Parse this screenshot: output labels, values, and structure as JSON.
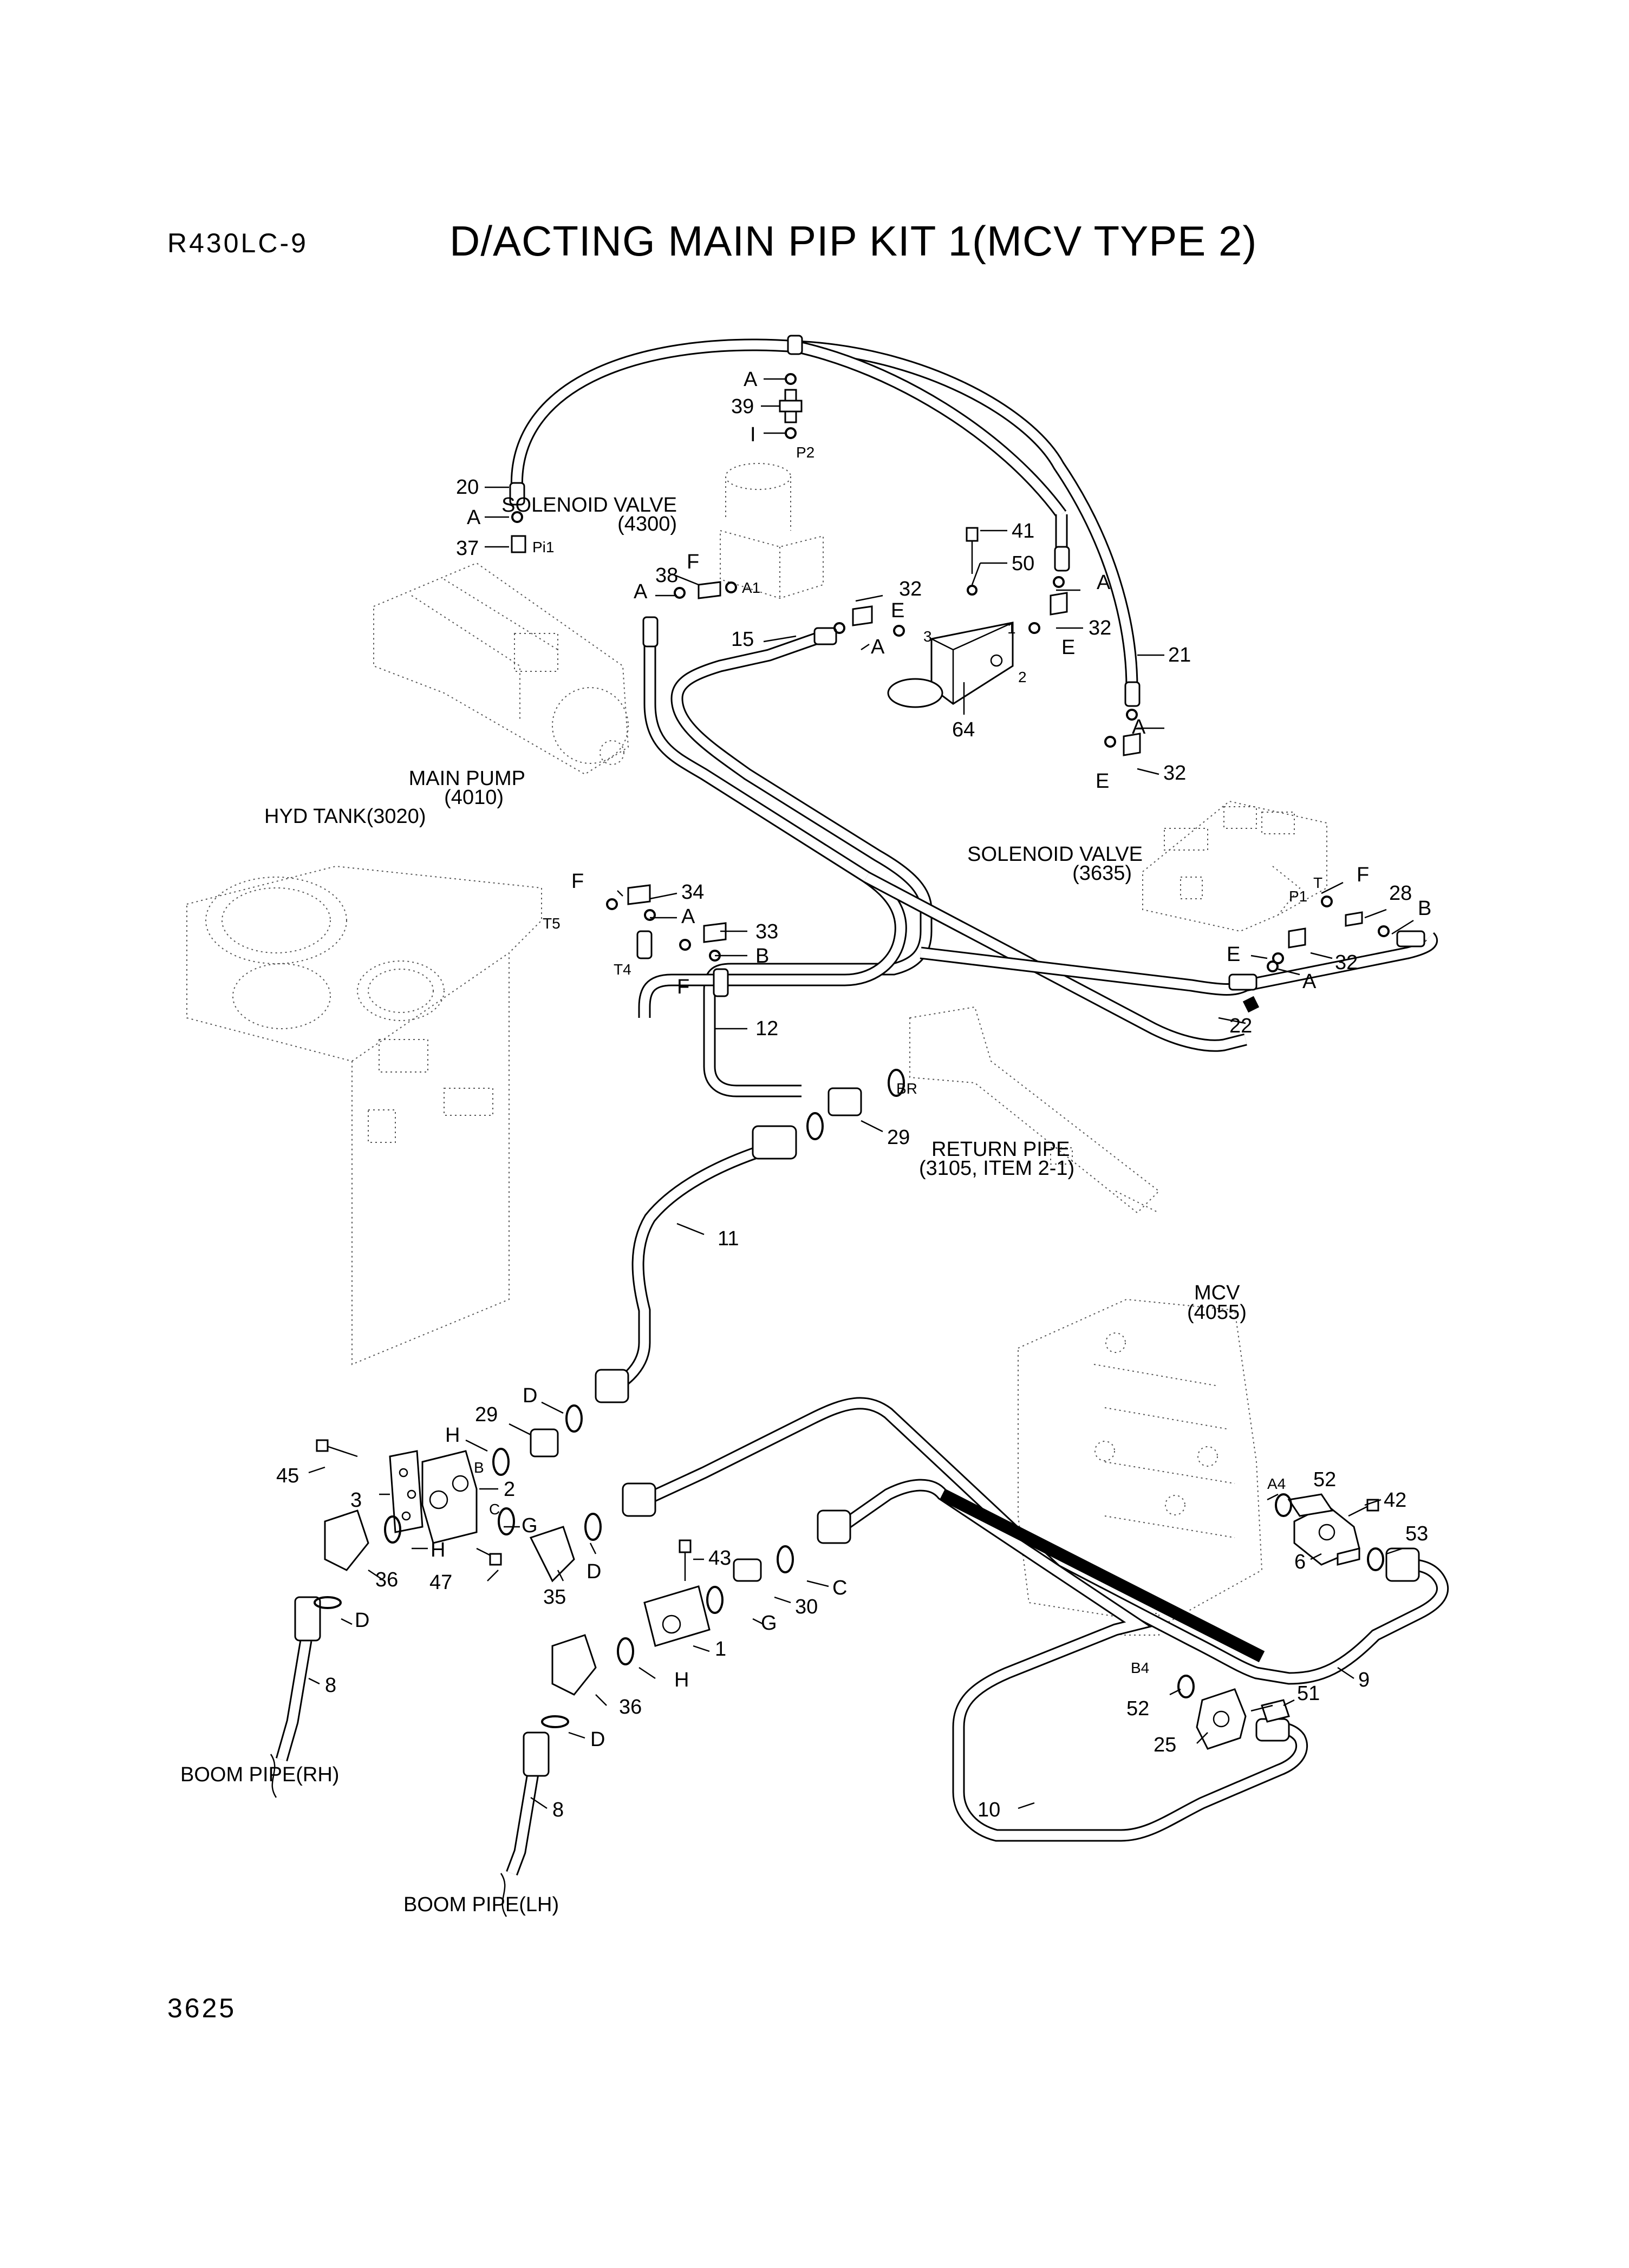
{
  "header": {
    "model": "R430LC-9",
    "title": "D/ACTING MAIN PIP KIT 1(MCV TYPE 2)"
  },
  "footer": {
    "page_number": "3625"
  },
  "components": {
    "solenoid_valve_4300": [
      "SOLENOID VALVE",
      "(4300)"
    ],
    "main_pump": [
      "MAIN PUMP",
      "(4010)"
    ],
    "hyd_tank": "HYD TANK(3020)",
    "solenoid_valve_3635": [
      "SOLENOID VALVE",
      "(3635)"
    ],
    "return_pipe": [
      "RETURN PIPE",
      "(3105, ITEM 2-1)"
    ],
    "mcv": [
      "MCV",
      "(4055)"
    ],
    "boom_pipe_rh": "BOOM PIPE(RH)",
    "boom_pipe_lh": "BOOM PIPE(LH)"
  },
  "port_labels": {
    "p2": "P2",
    "pi1": "Pi1",
    "a1": "A1",
    "t": "T",
    "p1": "P1",
    "t5": "T5",
    "t4": "T4",
    "br": "BR",
    "a4": "A4",
    "b4": "B4",
    "b": "B",
    "c": "C",
    "port1": "1",
    "port2": "2",
    "port3": "3"
  },
  "callouts": [
    {
      "id": "c-a-top",
      "text": "A"
    },
    {
      "id": "c-39",
      "text": "39"
    },
    {
      "id": "c-i",
      "text": "I"
    },
    {
      "id": "c-20",
      "text": "20"
    },
    {
      "id": "c-a-20",
      "text": "A"
    },
    {
      "id": "c-37",
      "text": "37"
    },
    {
      "id": "c-41",
      "text": "41"
    },
    {
      "id": "c-50",
      "text": "50"
    },
    {
      "id": "c-f-38",
      "text": "F"
    },
    {
      "id": "c-38",
      "text": "38"
    },
    {
      "id": "c-a-38",
      "text": "A"
    },
    {
      "id": "c-a-r1",
      "text": "A"
    },
    {
      "id": "c-32-a",
      "text": "32"
    },
    {
      "id": "c-32-b",
      "text": "32"
    },
    {
      "id": "c-e-a",
      "text": "E"
    },
    {
      "id": "c-e-b",
      "text": "E"
    },
    {
      "id": "c-15",
      "text": "15"
    },
    {
      "id": "c-a-15",
      "text": "A"
    },
    {
      "id": "c-21",
      "text": "21"
    },
    {
      "id": "c-a-21",
      "text": "A"
    },
    {
      "id": "c-64",
      "text": "64"
    },
    {
      "id": "c-32-c",
      "text": "32"
    },
    {
      "id": "c-e-c",
      "text": "E"
    },
    {
      "id": "c-f-34",
      "text": "F"
    },
    {
      "id": "c-34",
      "text": "34"
    },
    {
      "id": "c-a-34",
      "text": "A"
    },
    {
      "id": "c-33",
      "text": "33"
    },
    {
      "id": "c-b-33",
      "text": "B"
    },
    {
      "id": "c-f-33",
      "text": "F"
    },
    {
      "id": "c-12",
      "text": "12"
    },
    {
      "id": "c-f-28",
      "text": "F"
    },
    {
      "id": "c-28",
      "text": "28"
    },
    {
      "id": "c-b-28",
      "text": "B"
    },
    {
      "id": "c-e-32d",
      "text": "E"
    },
    {
      "id": "c-a-32d",
      "text": "A"
    },
    {
      "id": "c-32-d",
      "text": "32"
    },
    {
      "id": "c-22",
      "text": "22"
    },
    {
      "id": "c-29-a",
      "text": "29"
    },
    {
      "id": "c-11",
      "text": "11"
    },
    {
      "id": "c-d-a",
      "text": "D"
    },
    {
      "id": "c-29-b",
      "text": "29"
    },
    {
      "id": "c-h-a",
      "text": "H"
    },
    {
      "id": "c-45",
      "text": "45"
    },
    {
      "id": "c-3",
      "text": "3"
    },
    {
      "id": "c-2",
      "text": "2"
    },
    {
      "id": "c-g-a",
      "text": "G"
    },
    {
      "id": "c-h-b",
      "text": "H"
    },
    {
      "id": "c-d-b",
      "text": "D"
    },
    {
      "id": "c-36-a",
      "text": "36"
    },
    {
      "id": "c-47",
      "text": "47"
    },
    {
      "id": "c-35",
      "text": "35"
    },
    {
      "id": "c-d-c",
      "text": "D"
    },
    {
      "id": "c-8-a",
      "text": "8"
    },
    {
      "id": "c-43",
      "text": "43"
    },
    {
      "id": "c-30",
      "text": "30"
    },
    {
      "id": "c-c",
      "text": "C"
    },
    {
      "id": "c-g-b",
      "text": "G"
    },
    {
      "id": "c-1",
      "text": "1"
    },
    {
      "id": "c-h-c",
      "text": "H"
    },
    {
      "id": "c-36-b",
      "text": "36"
    },
    {
      "id": "c-d-d",
      "text": "D"
    },
    {
      "id": "c-8-b",
      "text": "8"
    },
    {
      "id": "c-52-a",
      "text": "52"
    },
    {
      "id": "c-42",
      "text": "42"
    },
    {
      "id": "c-53",
      "text": "53"
    },
    {
      "id": "c-6",
      "text": "6"
    },
    {
      "id": "c-9",
      "text": "9"
    },
    {
      "id": "c-52-b",
      "text": "52"
    },
    {
      "id": "c-51",
      "text": "51"
    },
    {
      "id": "c-25",
      "text": "25"
    },
    {
      "id": "c-10",
      "text": "10"
    }
  ]
}
